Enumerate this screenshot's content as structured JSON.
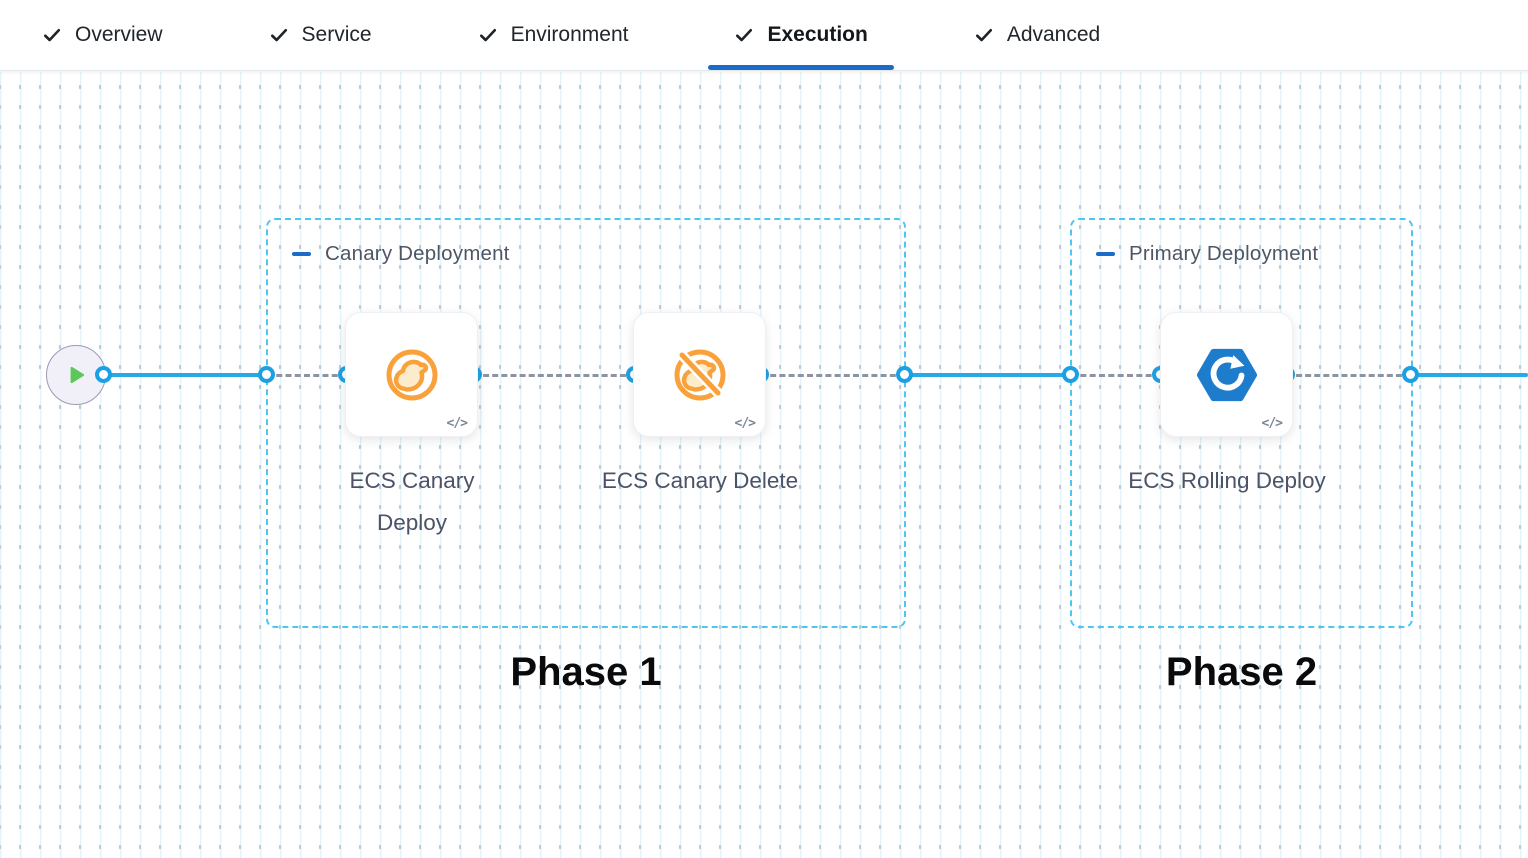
{
  "tabs": {
    "items": [
      {
        "label": "Overview",
        "checked": true,
        "active": false
      },
      {
        "label": "Service",
        "checked": true,
        "active": false
      },
      {
        "label": "Environment",
        "checked": true,
        "active": false
      },
      {
        "label": "Execution",
        "checked": true,
        "active": true
      },
      {
        "label": "Advanced",
        "checked": true,
        "active": false
      }
    ]
  },
  "ui": {
    "code_badge": "</>"
  },
  "canvas": {
    "start_node": {
      "type": "pipeline-start",
      "icon": "play-icon"
    },
    "groups": [
      {
        "title": "Canary Deployment",
        "phase": "Phase 1",
        "steps": [
          {
            "name": "ECS Canary Deploy",
            "icon": "canary-deploy-icon"
          },
          {
            "name": "ECS Canary Delete",
            "icon": "canary-delete-icon"
          }
        ]
      },
      {
        "title": "Primary Deployment",
        "phase": "Phase 2",
        "steps": [
          {
            "name": "ECS Rolling Deploy",
            "icon": "ecs-rolling-deploy-icon"
          }
        ]
      }
    ]
  },
  "colors": {
    "accent_blue": "#1a6cc8",
    "connector_blue": "#27a9e8",
    "port_blue": "#1ba0e4",
    "group_border_blue": "#4cc7f2",
    "dashed_gray": "#8d93a0",
    "canary_orange": "#f9a23b",
    "rolling_blue": "#1d7ccc",
    "play_green": "#5ec75a",
    "label_slate": "#4c5268",
    "phase_black": "#0a0a0c"
  }
}
